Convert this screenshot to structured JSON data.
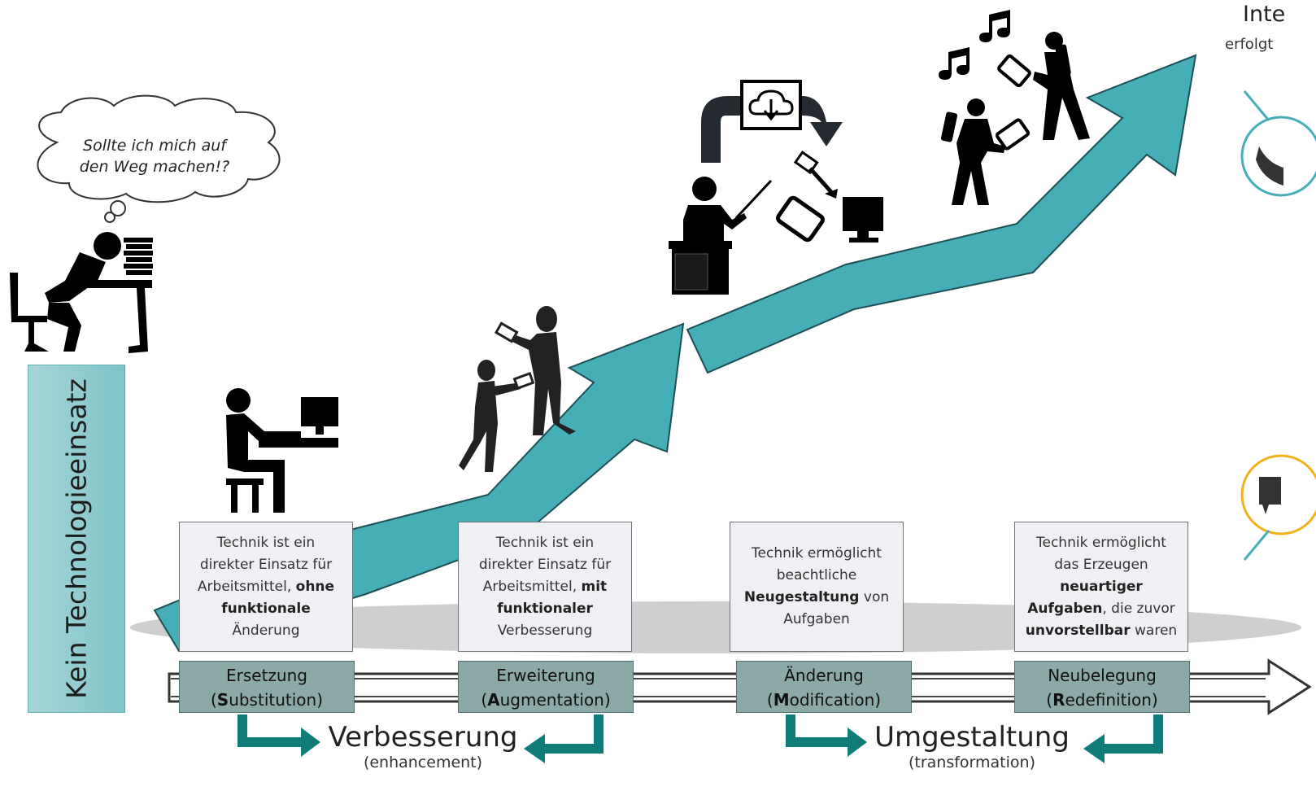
{
  "thought_bubble": {
    "line1": "Sollte ich mich auf",
    "line2": "den Weg machen!?"
  },
  "vertical_label": "Kein Technologieeinsatz",
  "top_right": {
    "title": "Inte",
    "subtitle": "erfolgt"
  },
  "levels": [
    {
      "desc_html": "Technik ist ein<br>direkter Einsatz für<br>Arbeitsmittel, <b>ohne</b><br><b>funktionale</b><br>Änderung",
      "desc": "Technik ist ein direkter Einsatz für Arbeitsmittel, ohne funktionale Änderung",
      "name": "Ersetzung",
      "initial": "S",
      "en_rest": "ubstitution"
    },
    {
      "desc_html": "Technik ist ein<br>direkter Einsatz für<br>Arbeitsmittel, <b>mit</b><br><b>funktionaler</b><br>Verbesserung",
      "desc": "Technik ist ein direkter Einsatz für Arbeitsmittel, mit funktionaler Verbesserung",
      "name": "Erweiterung",
      "initial": "A",
      "en_rest": "ugmentation"
    },
    {
      "desc_html": "Technik ermöglicht<br>beachtliche<br><b>Neugestaltung</b> von<br>Aufgaben",
      "desc": "Technik ermöglicht beachtliche Neugestaltung von Aufgaben",
      "name": "Änderung",
      "initial": "M",
      "en_rest": "odification"
    },
    {
      "desc_html": "Technik ermöglicht<br>das Erzeugen<br><b>neuartiger</b><br><b>Aufgaben</b>, die zuvor<br><b>unvorstellbar</b> waren",
      "desc": "Technik ermöglicht das Erzeugen neuartiger Aufgaben, die zuvor unvorstellbar waren",
      "name": "Neubelegung",
      "initial": "R",
      "en_rest": "edefinition"
    }
  ],
  "phases": [
    {
      "title": "Verbesserung",
      "subtitle": "(enhancement)"
    },
    {
      "title": "Umgestaltung",
      "subtitle": "(transformation)"
    }
  ],
  "colors": {
    "arrow": "#45aeb7",
    "dark": "#222222",
    "accent": "#0f7c7a",
    "stage_bg": "#8aa9a7"
  }
}
